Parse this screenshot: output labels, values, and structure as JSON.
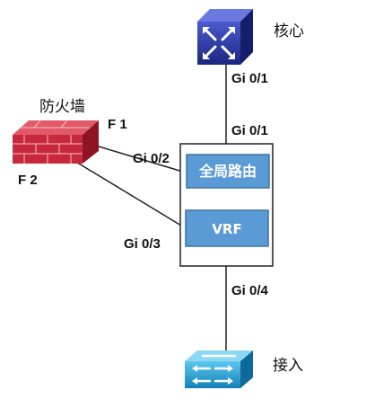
{
  "devices": {
    "core": {
      "label": "核心"
    },
    "firewall": {
      "label": "防火墙"
    },
    "access": {
      "label": "接入"
    }
  },
  "switch_box": {
    "global_route_label": "全局路由",
    "vrf_label": "VRF"
  },
  "ports": {
    "core_side": "Gi 0/1",
    "switch_top": "Gi 0/1",
    "switch_g02": "Gi 0/2",
    "switch_g03": "Gi 0/3",
    "switch_g04": "Gi 0/4",
    "fw_f1": "F 1",
    "fw_f2": "F 2"
  },
  "colors": {
    "core_router": "#2b3aa0",
    "access_switch": "#1ea0d2",
    "firewall": "#c8283c",
    "box_fill": "#5b9bd5",
    "box_stroke": "#41719c"
  }
}
